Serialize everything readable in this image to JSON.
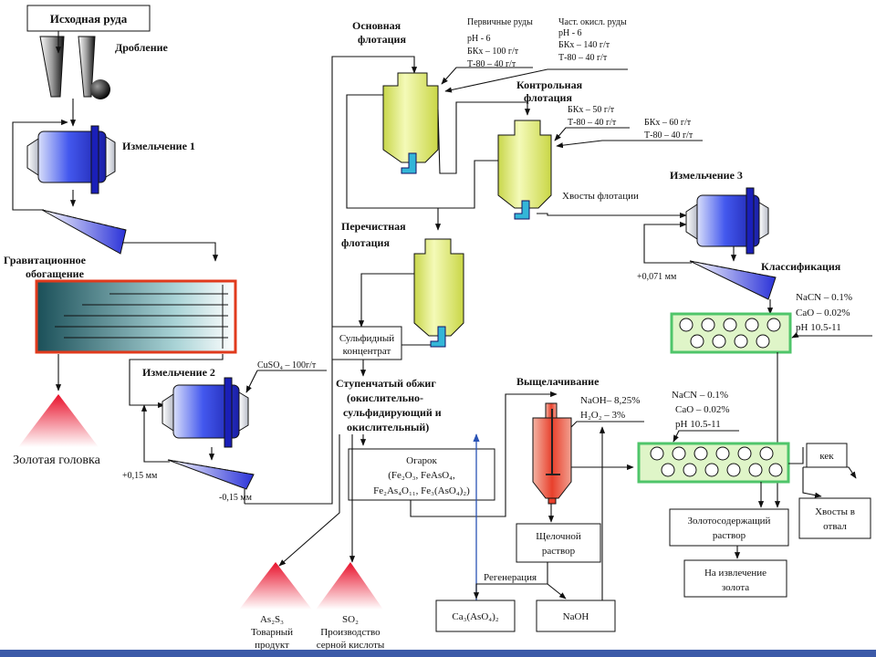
{
  "stages": {
    "ore": "Исходная руда",
    "crushing": "Дробление",
    "grinding1": "Измельчение 1",
    "gravity": [
      "Гравитационное",
      "обогащение"
    ],
    "gold_head": "Золотая головка",
    "grinding2": "Измельчение 2",
    "cuso4": "CuSO₄ – 100г/т",
    "plus015": "+0,15 мм",
    "minus015": "-0,15 мм",
    "main_flotation": [
      "Основная",
      "флотация"
    ],
    "primary_ores": [
      "Первичные руды",
      "pH - 6",
      "БКх – 100 г/т",
      "Т-80 – 40 г/т"
    ],
    "part_oxid": [
      "Част. окисл. руды",
      "pH - 6",
      "БКх – 140 г/т",
      "Т-80 – 40 г/т"
    ],
    "control_flotation": [
      "Контрольная",
      "флотация"
    ],
    "control_reag1": [
      "БКх – 50 г/т",
      "Т-80 – 40 г/т"
    ],
    "control_reag2": [
      "БКх – 60 г/т",
      "Т-80 – 40 г/т"
    ],
    "flot_tails": "Хвосты флотации",
    "cleaner_flotation": [
      "Перечистная",
      "флотация"
    ],
    "sulfide_conc": [
      "Сульфидный",
      "концентрат"
    ],
    "roasting": [
      "Ступенчатый обжиг",
      "(окислительно-",
      "сульфидирующий и",
      "окислительный)"
    ],
    "calcine": [
      "Огарок",
      "(Fe₂O₃, FeAsO₄,",
      "Fe₂As₄O₁₁, Fe₃(AsO₄)₂)"
    ],
    "as2s3": [
      "As₂S₃",
      "Товарный",
      "продукт"
    ],
    "so2": [
      "SO₂",
      "Производство",
      "серной кислоты"
    ],
    "leaching": "Выщелачивание",
    "leach_reag": [
      "NaOH– 8,25%",
      "H₂O₂ – 3%"
    ],
    "alk_solution": [
      "Щелочной",
      "раствор"
    ],
    "regeneration": "Регенерация",
    "ca_arsenate": "Ca₃(AsO₄)₂",
    "naoh": "NaOH",
    "grinding3": "Измельчение 3",
    "classification": "Классификация",
    "plus0071": "+0,071 мм",
    "cyan1": [
      "NaCN – 0.1%",
      "CaO – 0.02%",
      "pH 10.5-11"
    ],
    "cyan2": [
      "NaCN – 0.1%",
      "CaO – 0.02%",
      "pH 10.5-11"
    ],
    "cake": "кек",
    "tails_dump": [
      "Хвосты в",
      "отвал"
    ],
    "gold_solution": [
      "Золотосодержащий",
      "раствор"
    ],
    "gold_extraction": [
      "На извлечение",
      "золота"
    ]
  },
  "colors": {
    "mill": "#2035d8",
    "flotation_cell": "#e4f08a",
    "gravity_frame": "#e03a1c",
    "gravity_fill": "#1c5a60",
    "cone_top": "#e8142a",
    "cyanidation_frame": "#4fc56a",
    "cyanidation_fill": "#dff5c8",
    "leach_reactor": "#e84030",
    "outlet": "#33b6d8",
    "regeneration_line": "#2a53b5"
  }
}
